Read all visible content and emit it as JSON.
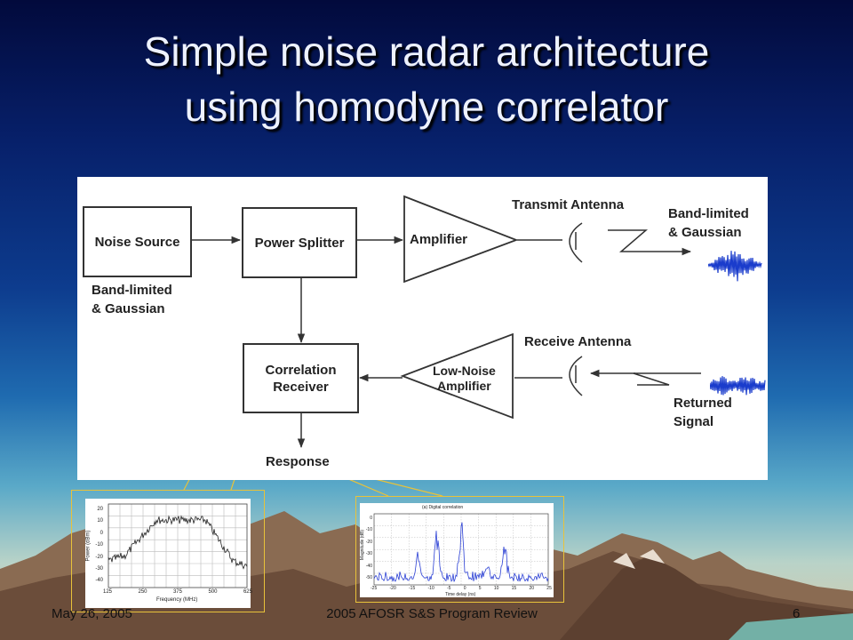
{
  "slide": {
    "title_line1": "Simple noise radar architecture",
    "title_line2": "using homodyne correlator"
  },
  "diagram": {
    "blocks": {
      "noise_source": "Noise Source",
      "power_splitter": "Power Splitter",
      "amplifier": "Amplifier",
      "correlation_receiver_line1": "Correlation",
      "correlation_receiver_line2": "Receiver",
      "lna_line1": "Low-Noise",
      "lna_line2": "Amplifier"
    },
    "labels": {
      "source_note_line1": "Band-limited",
      "source_note_line2": "& Gaussian",
      "transmit_antenna": "Transmit Antenna",
      "tx_signal_line1": "Band-limited",
      "tx_signal_line2": "& Gaussian",
      "receive_antenna": "Receive Antenna",
      "returned_line1": "Returned",
      "returned_line2": "Signal",
      "response": "Response"
    },
    "colors": {
      "signal": "#1a3ccc",
      "line": "#333333"
    }
  },
  "spectrum_inset": {
    "y_label": "Power (dBm)",
    "x_label": "Frequency (MHz)",
    "y_ticks": [
      "20",
      "10",
      "0",
      "-10",
      "-20",
      "-30",
      "-40"
    ],
    "x_ticks": [
      "125",
      "250",
      "375",
      "500",
      "625"
    ]
  },
  "correlation_inset": {
    "title": "(a) Digital correlation",
    "y_label": "Magnitude (dB)",
    "x_label": "Time delay (ns)",
    "y_ticks": [
      "0",
      "-10",
      "-20",
      "-30",
      "-40",
      "-50"
    ],
    "x_ticks": [
      "-25",
      "-20",
      "-15",
      "-10",
      "-5",
      "0",
      "5",
      "10",
      "15",
      "20",
      "25"
    ]
  },
  "footer": {
    "date": "May 26, 2005",
    "center": "2005 AFOSR S&S Program Review",
    "page": "6"
  },
  "accent_colors": {
    "inset_border": "#e8c23a",
    "title_text": "#eef2ff"
  }
}
